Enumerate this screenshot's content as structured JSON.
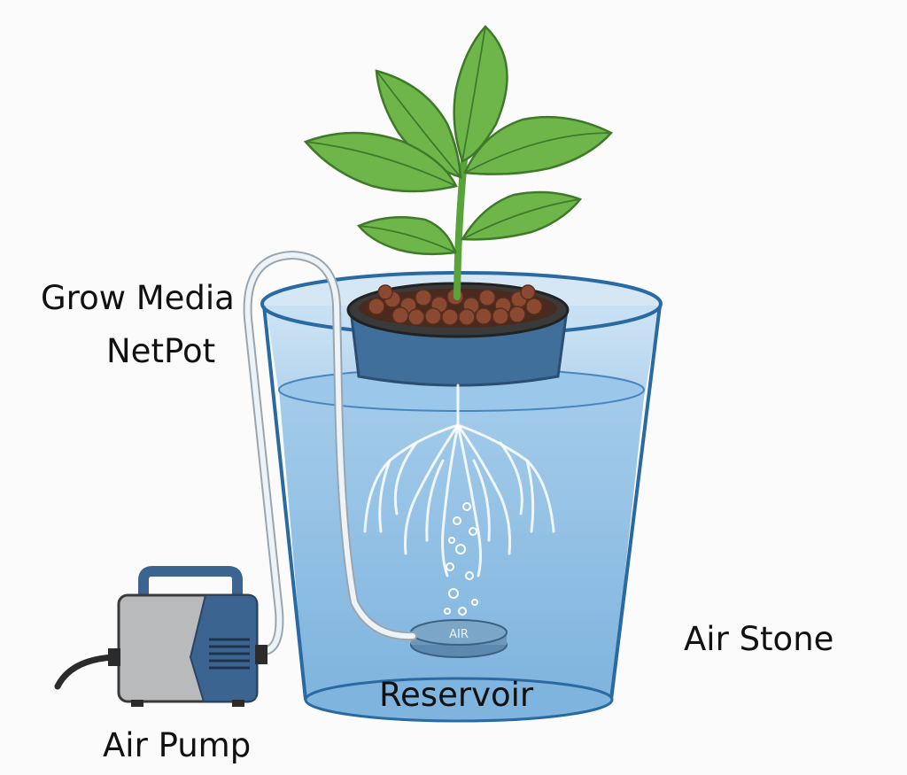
{
  "labels": {
    "grow_media": "Grow Media",
    "netpot": "NetPot",
    "air_stone": "Air Stone",
    "reservoir": "Reservoir",
    "air_pump": "Air Pump"
  },
  "air_stone_text": "AIR",
  "colors": {
    "water": "#8fc1e6",
    "bucket_outline": "#2a6aa3",
    "leaf": "#6fb64a",
    "leaf_outline": "#3f7a2a",
    "clay_pebbles": "#8a4a32",
    "netpot": "#3a3a3a",
    "pump_blue": "#3c6491",
    "pump_gray": "#b9babc",
    "tube": "#e9eef2"
  }
}
